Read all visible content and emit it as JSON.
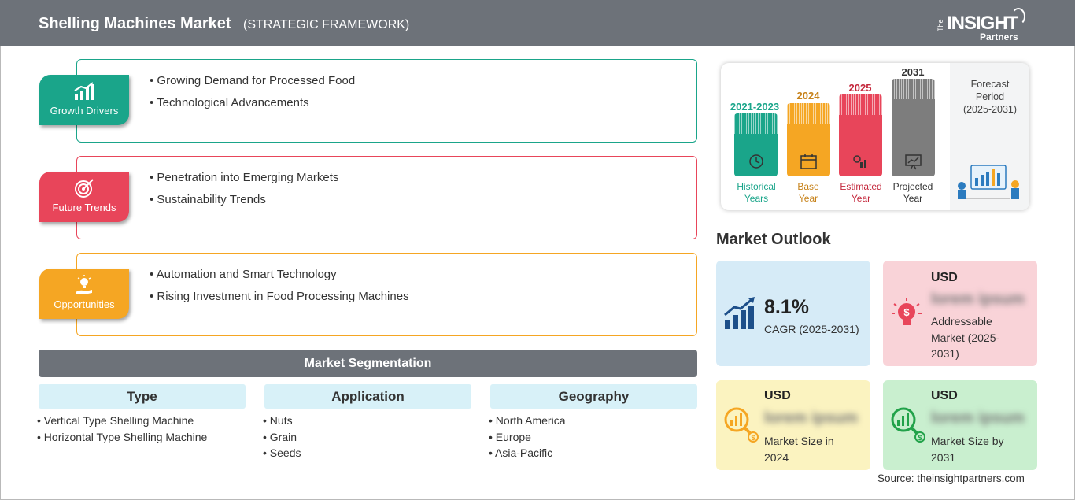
{
  "header": {
    "title": "Shelling Machines Market",
    "subtitle": "(STRATEGIC FRAMEWORK)",
    "logo_the": "The",
    "logo_insight": "INSIGHT",
    "logo_partners": "Partners"
  },
  "framework": {
    "growth_drivers": {
      "label": "Growth Drivers",
      "color": "#1aa58a",
      "items": [
        "Growing Demand for Processed Food",
        "Technological Advancements"
      ]
    },
    "future_trends": {
      "label": "Future Trends",
      "color": "#e8455a",
      "items": [
        "Penetration into Emerging Markets",
        "Sustainability Trends"
      ]
    },
    "opportunities": {
      "label": "Opportunities",
      "color": "#f5a623",
      "items": [
        "Automation and Smart Technology",
        "Rising Investment in Food Processing Machines"
      ]
    }
  },
  "segmentation": {
    "title": "Market Segmentation",
    "columns": [
      {
        "header": "Type",
        "items": [
          "Vertical Type Shelling Machine",
          "Horizontal Type Shelling Machine"
        ]
      },
      {
        "header": "Application",
        "items": [
          "Nuts",
          "Grain",
          "Seeds"
        ]
      },
      {
        "header": "Geography",
        "items": [
          "North America",
          "Europe",
          "Asia-Pacific"
        ]
      }
    ]
  },
  "timeline": {
    "historical": {
      "year": "2021-2023",
      "label_1": "Historical",
      "label_2": "Years",
      "color": "#1aa58a"
    },
    "base": {
      "year": "2024",
      "label_1": "Base",
      "label_2": "Year",
      "color": "#f5a623"
    },
    "estimated": {
      "year": "2025",
      "label_1": "Estimated",
      "label_2": "Year",
      "color": "#e8455a"
    },
    "projected": {
      "year": "2031",
      "label_1": "Projected",
      "label_2": "Year",
      "color": "#7d7d7d"
    },
    "forecast_1": "Forecast",
    "forecast_2": "Period",
    "forecast_range": "(2025-2031)"
  },
  "outlook": {
    "title": "Market Outlook",
    "cagr": {
      "value": "8.1%",
      "label": "CAGR (2025-2031)",
      "bg": "#d6ebf7"
    },
    "addressable": {
      "currency": "USD",
      "value": "lorem ipsum",
      "label_1": "Addressable",
      "label_2": "Market (2025-",
      "label_3": "2031)",
      "bg": "#f9d3d8"
    },
    "size_2024": {
      "currency": "USD",
      "value": "lorem ipsum",
      "label_1": "Market Size in",
      "label_2": "2024",
      "bg": "#fbf3c0"
    },
    "size_2031": {
      "currency": "USD",
      "value": "lorem ipsum",
      "label_1": "Market Size by",
      "label_2": "2031",
      "bg": "#c9efcf"
    }
  },
  "source": "Source: theinsightpartners.com"
}
